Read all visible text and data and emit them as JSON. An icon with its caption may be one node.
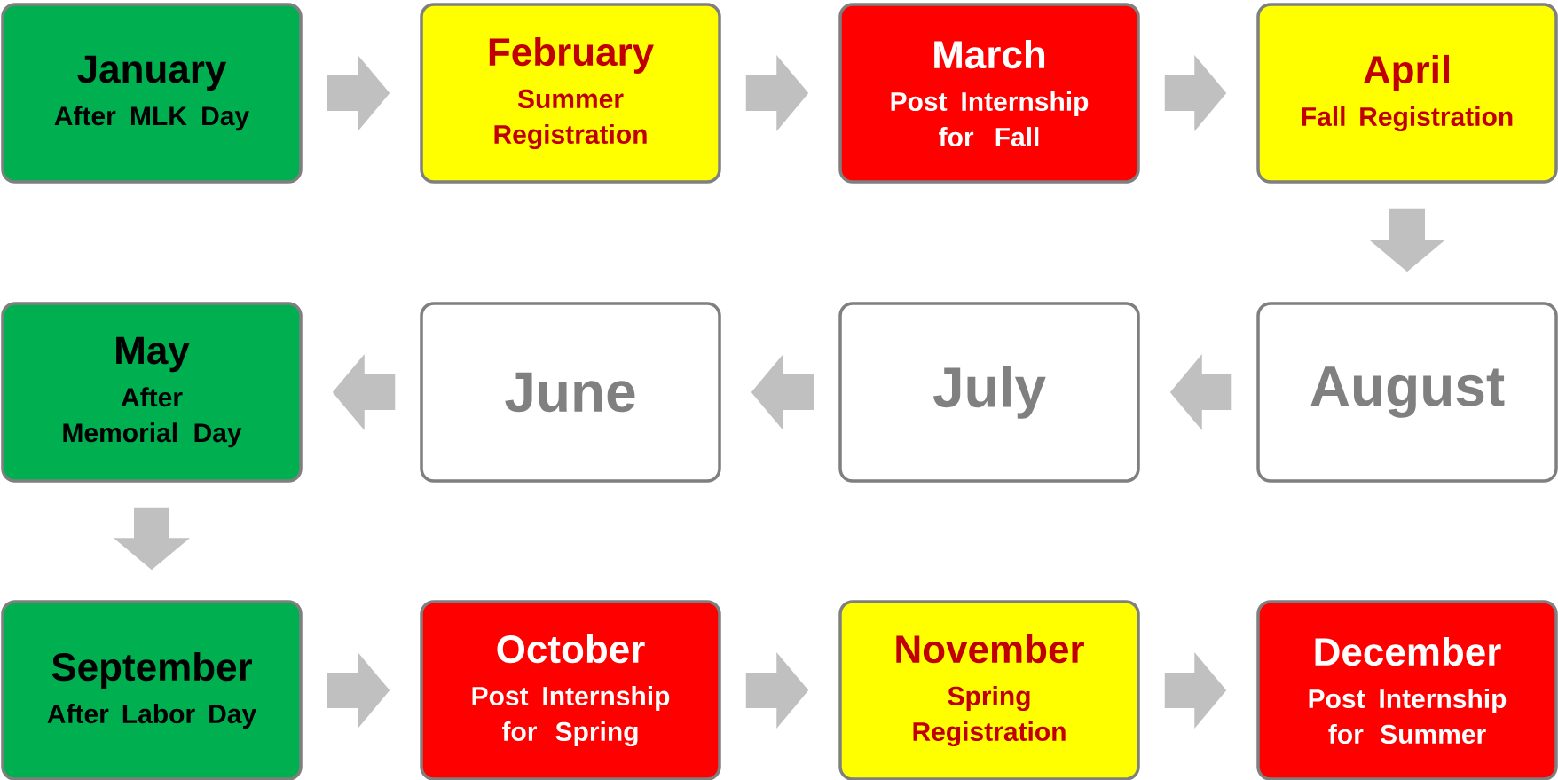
{
  "diagram": {
    "nodes": [
      {
        "text": [
          "January",
          "After MLK Day"
        ]
      },
      {
        "text": [
          "February",
          "Summer Registration"
        ]
      },
      {
        "text": [
          "March",
          "Post Internship for Fall"
        ]
      },
      {
        "text": [
          "April",
          "Fall Registration"
        ]
      },
      {
        "text": [
          "May",
          "After Memorial Day"
        ]
      },
      {
        "text": [
          "June"
        ]
      },
      {
        "text": [
          "July"
        ]
      },
      {
        "text": [
          "August"
        ]
      },
      {
        "text": [
          "September",
          "After Labor Day"
        ]
      },
      {
        "text": [
          "October",
          "Post Internship for Spring"
        ]
      },
      {
        "text": [
          "November",
          "Spring Registration"
        ]
      },
      {
        "text": [
          "December",
          "Post Internship for Summer"
        ]
      }
    ],
    "edges": [
      {
        "from": 0,
        "to": 1,
        "arrow": "to"
      },
      {
        "from": 1,
        "to": 2,
        "arrow": "to"
      },
      {
        "from": 2,
        "to": 3,
        "arrow": "to"
      },
      {
        "from": 3,
        "to": 7,
        "arrow": "to"
      },
      {
        "from": 7,
        "to": 6,
        "arrow": "to"
      },
      {
        "from": 6,
        "to": 5,
        "arrow": "to"
      },
      {
        "from": 5,
        "to": 4,
        "arrow": "to"
      },
      {
        "from": 4,
        "to": 8,
        "arrow": "to"
      },
      {
        "from": 8,
        "to": 9,
        "arrow": "to"
      },
      {
        "from": 9,
        "to": 10,
        "arrow": "to"
      },
      {
        "from": 10,
        "to": 11,
        "arrow": "to"
      }
    ]
  }
}
